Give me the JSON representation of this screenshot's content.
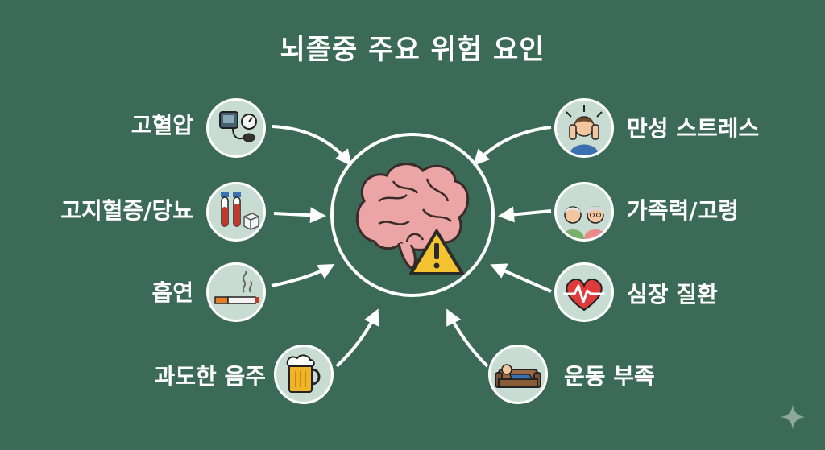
{
  "title": "뇌졸중 주요 위험 요인",
  "center": {
    "icons": [
      "brain-icon",
      "warning-icon"
    ]
  },
  "factors": [
    {
      "id": "hypertension",
      "side": "left",
      "label": "고혈압",
      "icon": "blood-pressure-monitor-icon"
    },
    {
      "id": "hyperlipidemia-diabetes",
      "side": "left",
      "label": "고지혈증/당뇨",
      "icon": "blood-test-tubes-sugar-cube-icon"
    },
    {
      "id": "smoking",
      "side": "left",
      "label": "흡연",
      "icon": "cigarette-icon"
    },
    {
      "id": "drinking",
      "side": "left",
      "label": "과도한 음주",
      "icon": "beer-mug-icon"
    },
    {
      "id": "stress",
      "side": "right",
      "label": "만성 스트레스",
      "icon": "stressed-person-icon"
    },
    {
      "id": "family-age",
      "side": "right",
      "label": "가족력/고령",
      "icon": "elderly-couple-icon"
    },
    {
      "id": "heart-disease",
      "side": "right",
      "label": "심장 질환",
      "icon": "heart-ecg-icon"
    },
    {
      "id": "inactivity",
      "side": "right",
      "label": "운동 부족",
      "icon": "couch-lying-person-icon"
    }
  ],
  "colors": {
    "background": "#3c6a58",
    "circle_fill": "#c9dcd4",
    "stroke": "#ffffff",
    "brain": "#eca5a5",
    "warning": "#f4c430"
  }
}
